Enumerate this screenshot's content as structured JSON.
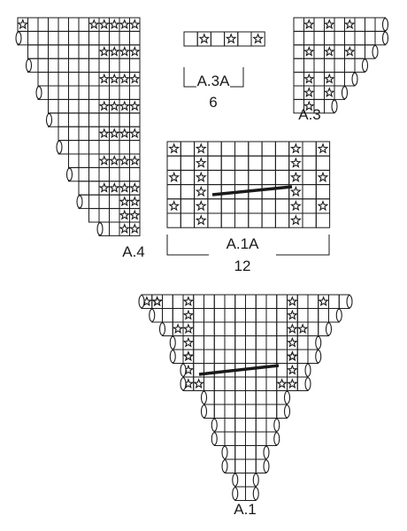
{
  "charts": {
    "a4": {
      "label": "A.4"
    },
    "a3a": {
      "label": "A.3A",
      "count": "6"
    },
    "a3": {
      "label": "A.3"
    },
    "a1a": {
      "label": "A.1A",
      "count": "12"
    },
    "a1": {
      "label": "A.1"
    }
  },
  "legend": {
    "star": "star-stitch-symbol",
    "oval": "oval-yarn-over-symbol",
    "bar": "diagonal-bar-symbol"
  },
  "colors": {
    "line": "#1a1a1a",
    "background": "#ffffff"
  }
}
